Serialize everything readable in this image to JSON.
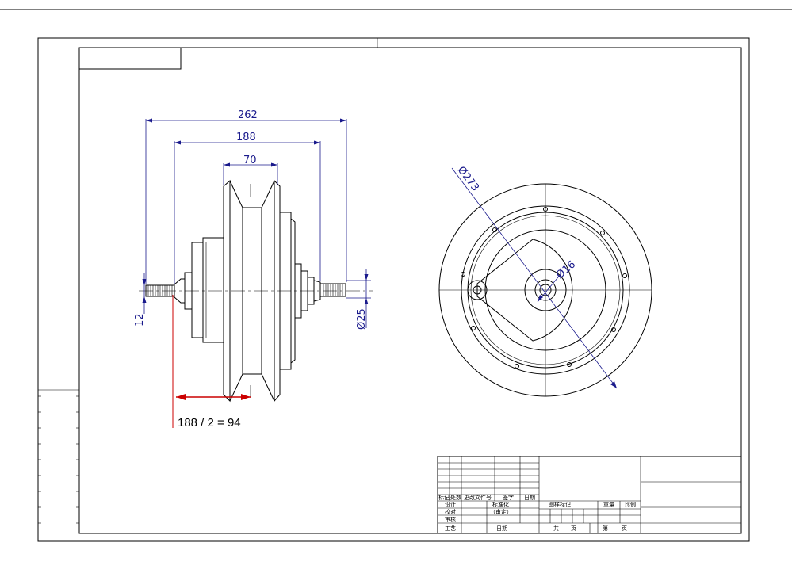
{
  "dimensions": {
    "d262": "262",
    "d188": "188",
    "d70": "70",
    "d12": "12",
    "d25": "Ø25",
    "d273": "Ø273",
    "d16": "Ø16"
  },
  "annotation": {
    "note": "188 / 2 = 94"
  },
  "title_block": {
    "c_mark": "标记",
    "c_count": "处数",
    "c_doc": "更改文件号",
    "c_sign": "签字",
    "c_date": "日期",
    "r_design": "设计",
    "r_check": "校对",
    "r_review": "审核",
    "r_process": "工艺",
    "c_standard": "标准化",
    "c_approve": "（审定）",
    "c_date2": "日期",
    "c_drawing_mark": "图样标记",
    "c_weight": "重量",
    "c_scale": "比例",
    "c_total": "共",
    "c_page": "页",
    "c_sheet": "第",
    "c_page2": "页"
  },
  "colors": {
    "dimension": "#1a1a8c",
    "annotation_arrow": "#cc0000",
    "line": "#000000"
  }
}
